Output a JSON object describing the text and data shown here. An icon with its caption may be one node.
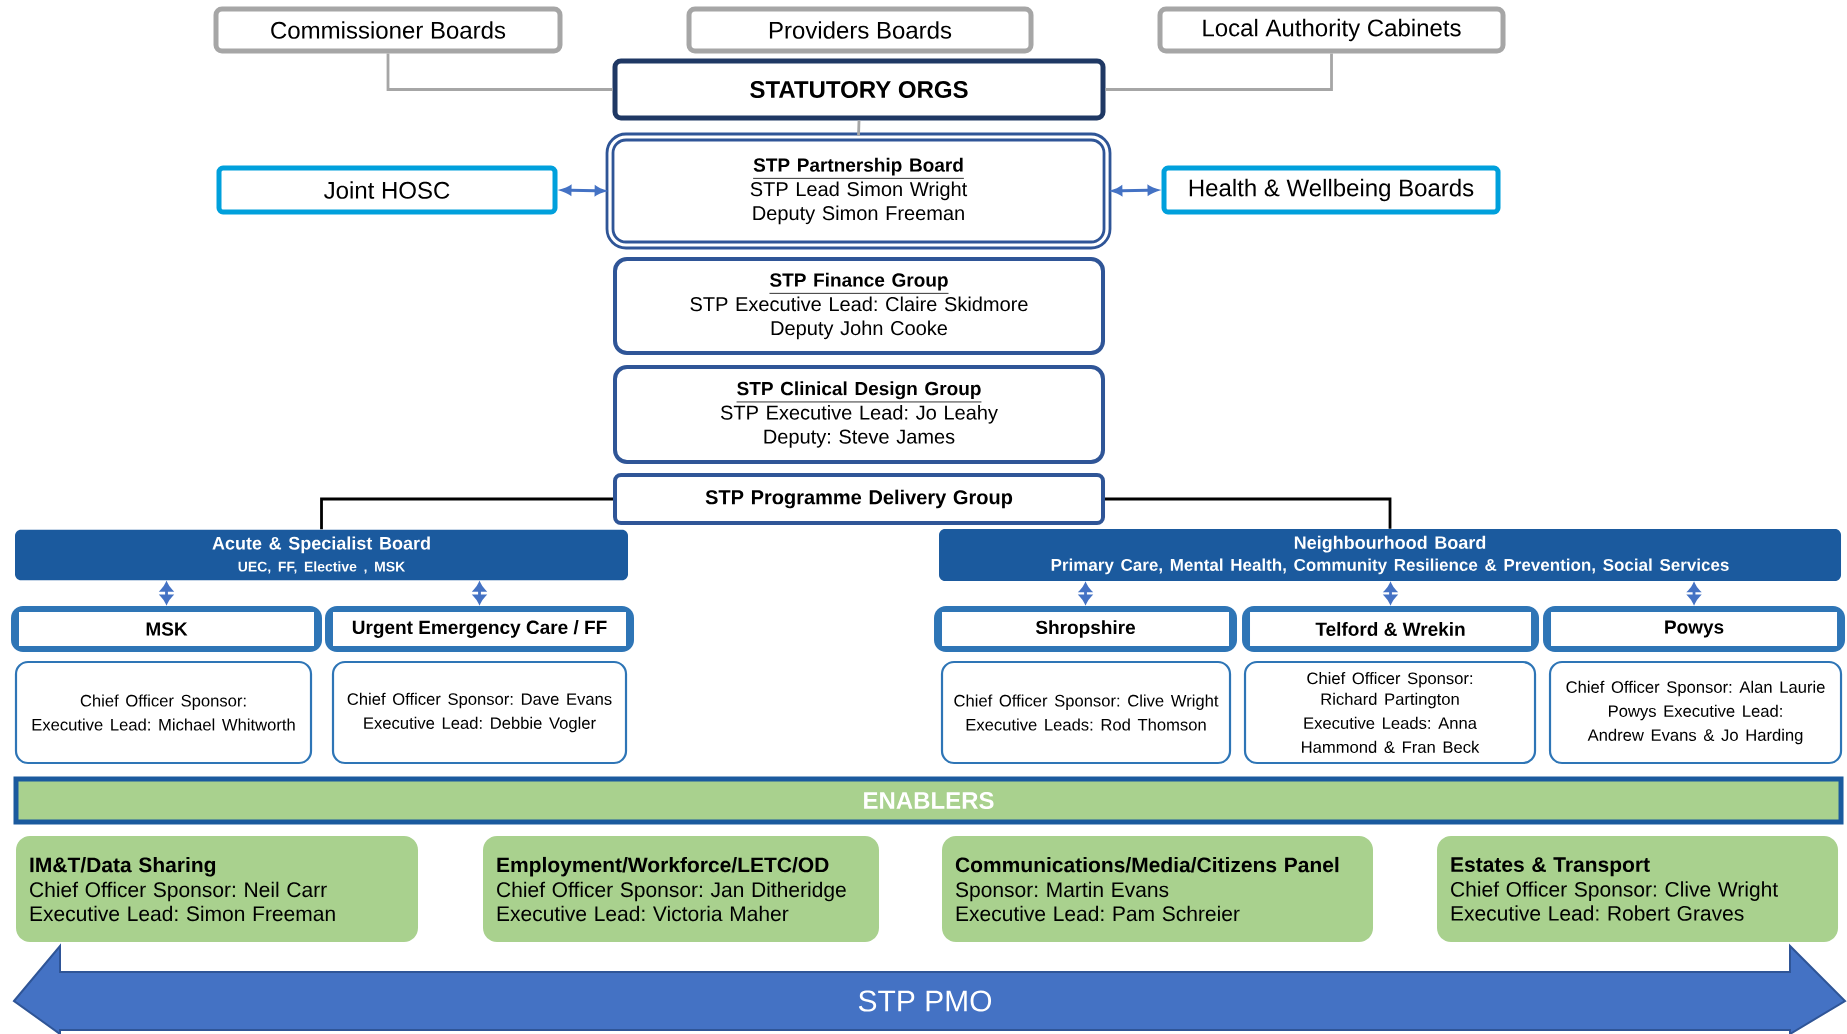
{
  "diagram": {
    "nodes": [
      {
        "text": [
          "Commissioner Boards"
        ]
      },
      {
        "text": [
          "Providers Boards"
        ]
      },
      {
        "text": [
          "Local Authority Cabinets"
        ]
      },
      {
        "text": [
          "STATUTORY ORGS"
        ]
      },
      {
        "text": [
          "STP Partnership Board",
          "STP Lead Simon Wright",
          "Deputy Simon Freeman"
        ]
      },
      {
        "text": [
          "Joint HOSC"
        ]
      },
      {
        "text": [
          "Health & Wellbeing Boards"
        ]
      },
      {
        "text": [
          "STP Finance Group",
          "STP Executive Lead: Claire Skidmore",
          "Deputy John Cooke"
        ]
      },
      {
        "text": [
          "STP Clinical Design Group",
          "STP Executive Lead: Jo Leahy",
          "Deputy: Steve James"
        ]
      },
      {
        "text": [
          "STP Programme Delivery Group"
        ]
      },
      {
        "text": [
          "Acute & Specialist Board",
          "UEC, FF, Elective , MSK"
        ]
      },
      {
        "text": [
          "Neighbourhood Board",
          "Primary Care, Mental Health, Community Resilience & Prevention, Social Services"
        ]
      },
      {
        "text": [
          "MSK"
        ]
      },
      {
        "text": [
          "Urgent Emergency Care / FF"
        ]
      },
      {
        "text": [
          "Chief Officer Sponsor:",
          "Executive Lead: Michael Whitworth"
        ]
      },
      {
        "text": [
          "Chief Officer Sponsor: Dave Evans",
          "Executive Lead: Debbie Vogler"
        ]
      },
      {
        "text": [
          "Shropshire"
        ]
      },
      {
        "text": [
          "Telford & Wrekin"
        ]
      },
      {
        "text": [
          "Powys"
        ]
      },
      {
        "text": [
          "Chief Officer Sponsor: Clive Wright",
          "Executive Leads: Rod Thomson"
        ]
      },
      {
        "text": [
          "Chief Officer Sponsor: Richard Partington",
          "Executive Leads: Anna Hammond & Fran Beck"
        ]
      },
      {
        "text": [
          "Chief Officer Sponsor: Alan Laurie",
          "Powys Executive Lead: Andrew Evans & Jo Harding"
        ]
      },
      {
        "text": [
          "ENABLERS"
        ]
      },
      {
        "text": [
          "IM&T/Data Sharing",
          "Chief Officer Sponsor: Neil Carr",
          "Executive Lead: Simon Freeman"
        ]
      },
      {
        "text": [
          "Employment/Workforce/LETC/OD",
          "Chief Officer Sponsor: Jan Ditheridge",
          "Executive Lead: Victoria Maher"
        ]
      },
      {
        "text": [
          "Communications/Media/Citizens Panel",
          "Sponsor: Martin Evans",
          "Executive Lead: Pam Schreier"
        ]
      },
      {
        "text": [
          "Estates & Transport",
          "Chief Officer Sponsor: Clive Wright",
          "Executive Lead: Robert Graves"
        ]
      },
      {
        "text": [
          "STP PMO"
        ]
      }
    ],
    "edges": [
      {
        "from": 0,
        "to": 3,
        "arrow": "none",
        "color": "#a6a6a6"
      },
      {
        "from": 2,
        "to": 3,
        "arrow": "none",
        "color": "#a6a6a6"
      },
      {
        "from": 3,
        "to": 4,
        "arrow": "none",
        "color": "#a6a6a6"
      },
      {
        "from": 5,
        "to": 4,
        "arrow": "both",
        "color": "#4472c4"
      },
      {
        "from": 4,
        "to": 6,
        "arrow": "both",
        "color": "#4472c4"
      },
      {
        "from": 9,
        "to": 10,
        "arrow": "none",
        "color": "#000000"
      },
      {
        "from": 9,
        "to": 11,
        "arrow": "none",
        "color": "#000000"
      },
      {
        "from": 10,
        "to": 12,
        "arrow": "both",
        "color": "#4472c4"
      },
      {
        "from": 10,
        "to": 13,
        "arrow": "both",
        "color": "#4472c4"
      },
      {
        "from": 11,
        "to": 16,
        "arrow": "both",
        "color": "#4472c4"
      },
      {
        "from": 11,
        "to": 17,
        "arrow": "both",
        "color": "#4472c4"
      },
      {
        "from": 11,
        "to": 18,
        "arrow": "both",
        "color": "#4472c4"
      }
    ]
  }
}
